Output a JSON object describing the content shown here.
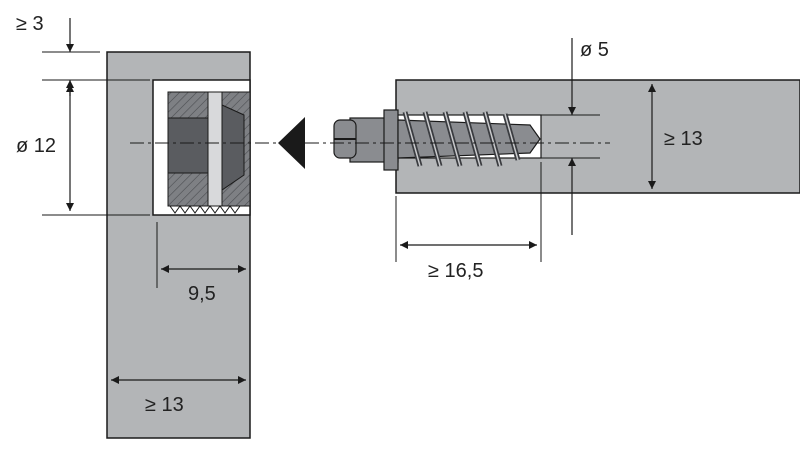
{
  "colors": {
    "panel": "#b3b5b7",
    "outline": "#1a1a1a",
    "insert": "#7e8084",
    "insert_dark": "#5a5c60",
    "screw": "#8a8c90",
    "hole": "#ffffff"
  },
  "labels": {
    "top_gap": "≥ 3",
    "hole_diameter": "ø 12",
    "insert_depth": "9,5",
    "left_thickness": "≥ 13",
    "pilot_diameter": "ø 5",
    "right_thickness": "≥ 13",
    "screw_depth": "≥ 16,5"
  },
  "icons": {
    "arrow": "triangle-arrow-icon"
  }
}
